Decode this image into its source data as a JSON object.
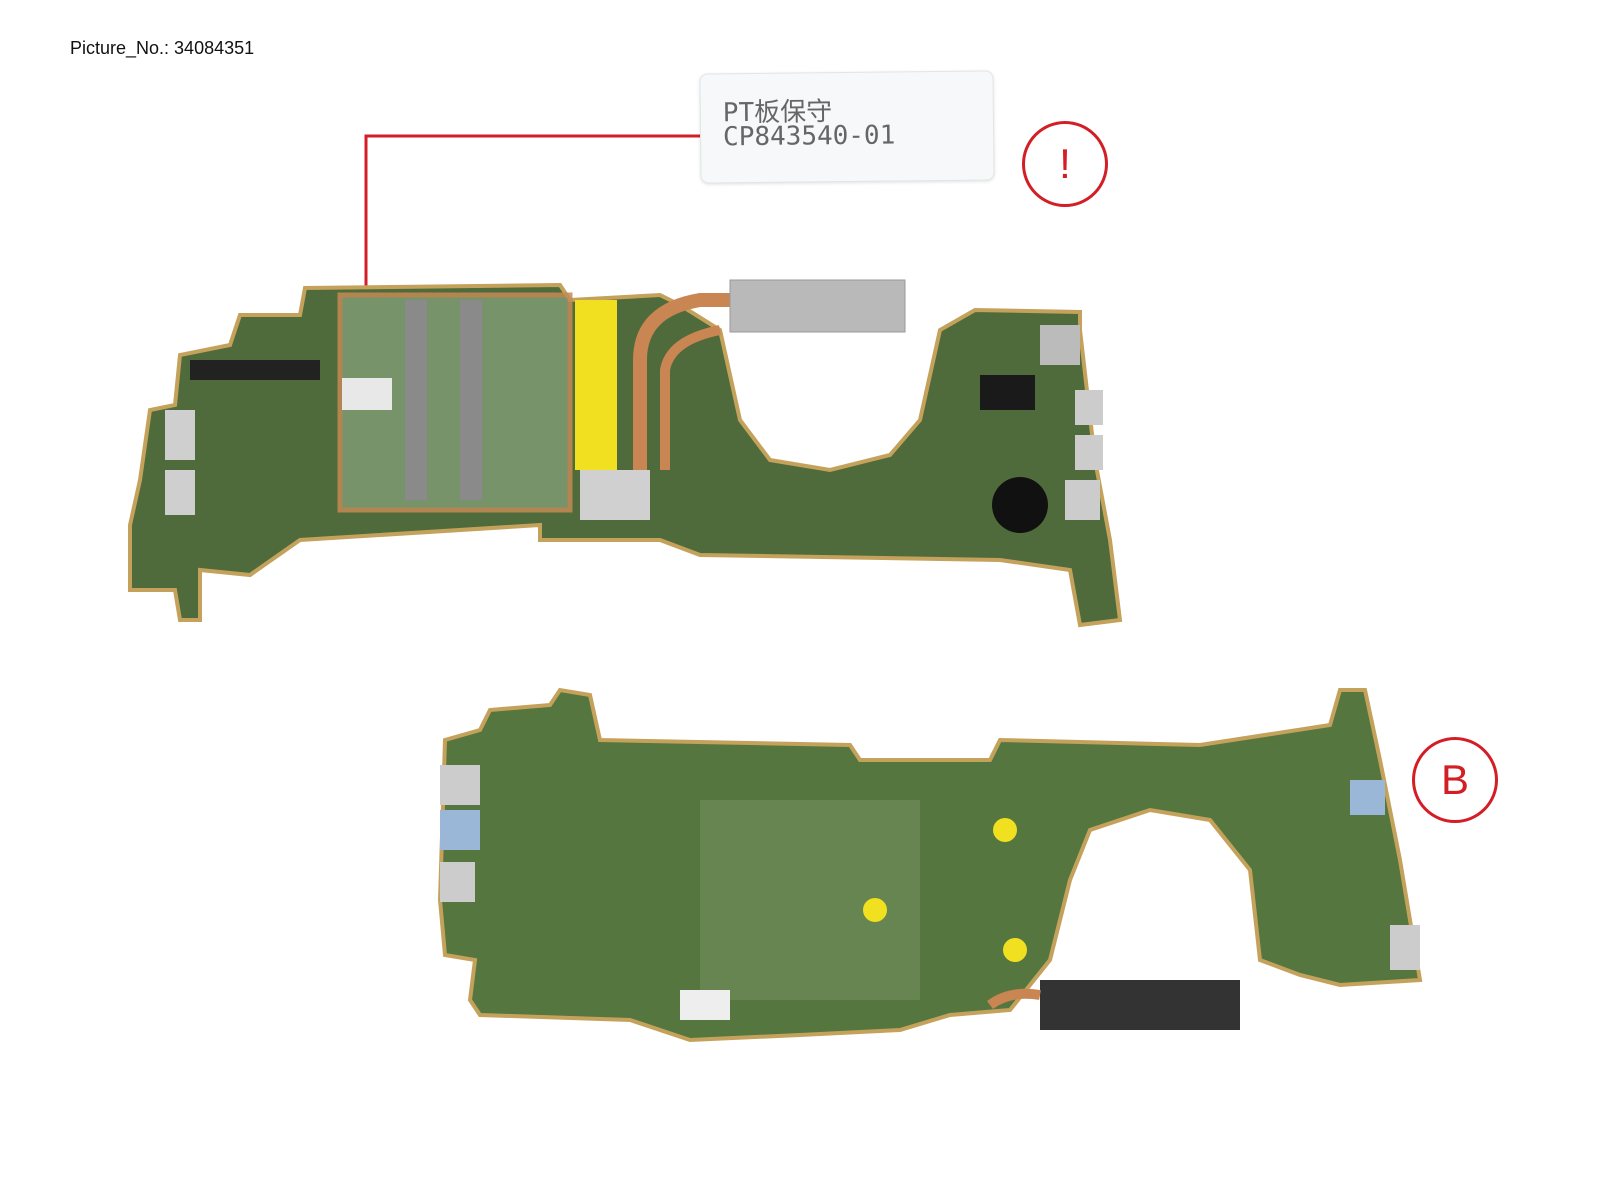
{
  "caption": "Picture_No.: 34084351",
  "label": {
    "line1": "PT板保守",
    "line2": "CP843540-01"
  },
  "markers": [
    {
      "symbol": "!"
    },
    {
      "symbol": "B"
    }
  ],
  "colors": {
    "callout_red": "#d21e24",
    "pcb_green": "#4f6b3c",
    "copper": "#c98552",
    "heatsink": "#b9b9b9"
  }
}
